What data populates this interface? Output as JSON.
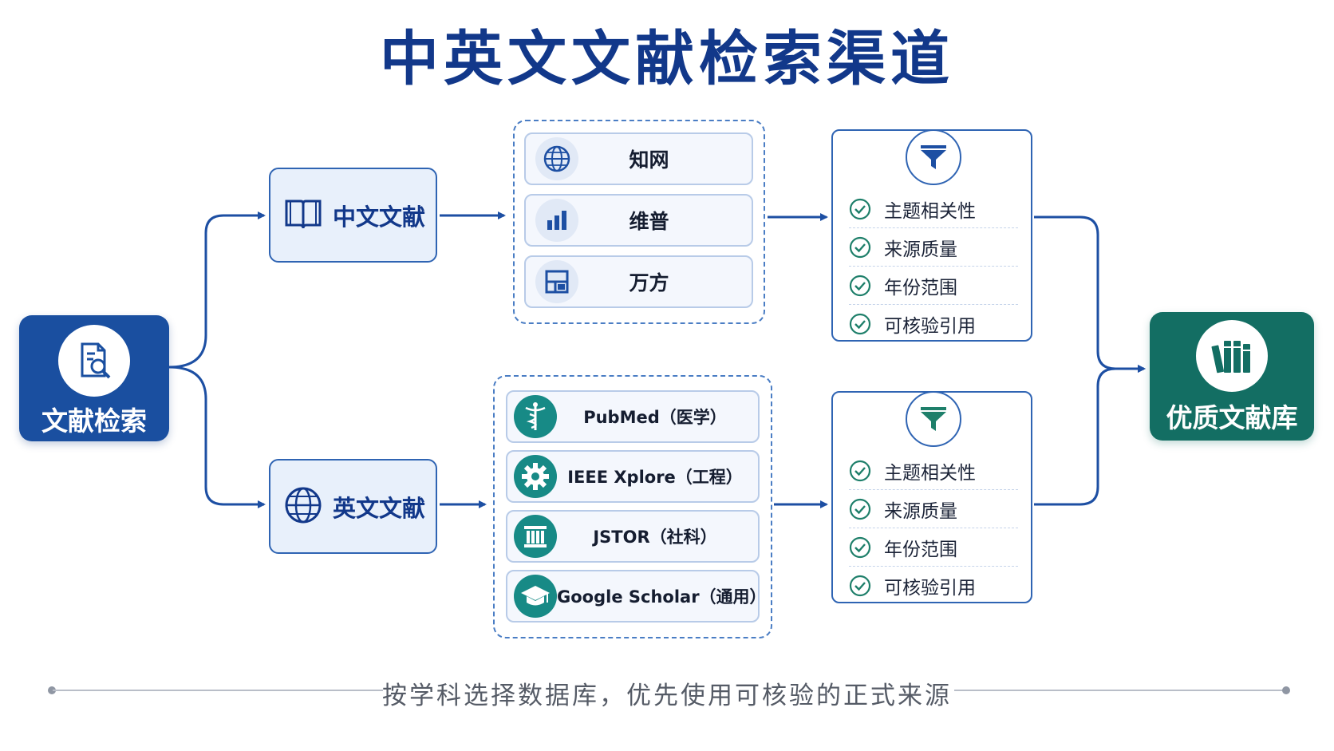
{
  "title": "中英文文献检索渠道",
  "start": {
    "label": "文献检索",
    "icon": "document-search-icon"
  },
  "categories": {
    "chinese": {
      "label": "中文文献",
      "icon": "open-book-icon"
    },
    "english": {
      "label": "英文文献",
      "icon": "globe-icon"
    }
  },
  "chinese_dbs": [
    {
      "label": "知网",
      "icon": "globe-icon"
    },
    {
      "label": "维普",
      "icon": "bar-chart-icon"
    },
    {
      "label": "万方",
      "icon": "layout-icon"
    }
  ],
  "english_dbs": [
    {
      "label": "PubMed（医学）",
      "icon": "caduceus-icon"
    },
    {
      "label": "IEEE Xplore（工程）",
      "icon": "gear-icon"
    },
    {
      "label": "JSTOR（社科）",
      "icon": "pillars-icon"
    },
    {
      "label": "Google Scholar（通用）",
      "icon": "graduation-cap-icon"
    }
  ],
  "criteria": [
    "主题相关性",
    "来源质量",
    "年份范围",
    "可核验引用"
  ],
  "end": {
    "label": "优质文献库",
    "icon": "books-icon"
  },
  "footer": "按学科选择数据库，优先使用可核验的正式来源",
  "colors": {
    "title": "#12388a",
    "start": "#1a4fa0",
    "end": "#136e63",
    "connector": "#1d4fa3",
    "teal_icon": "#178a86"
  }
}
